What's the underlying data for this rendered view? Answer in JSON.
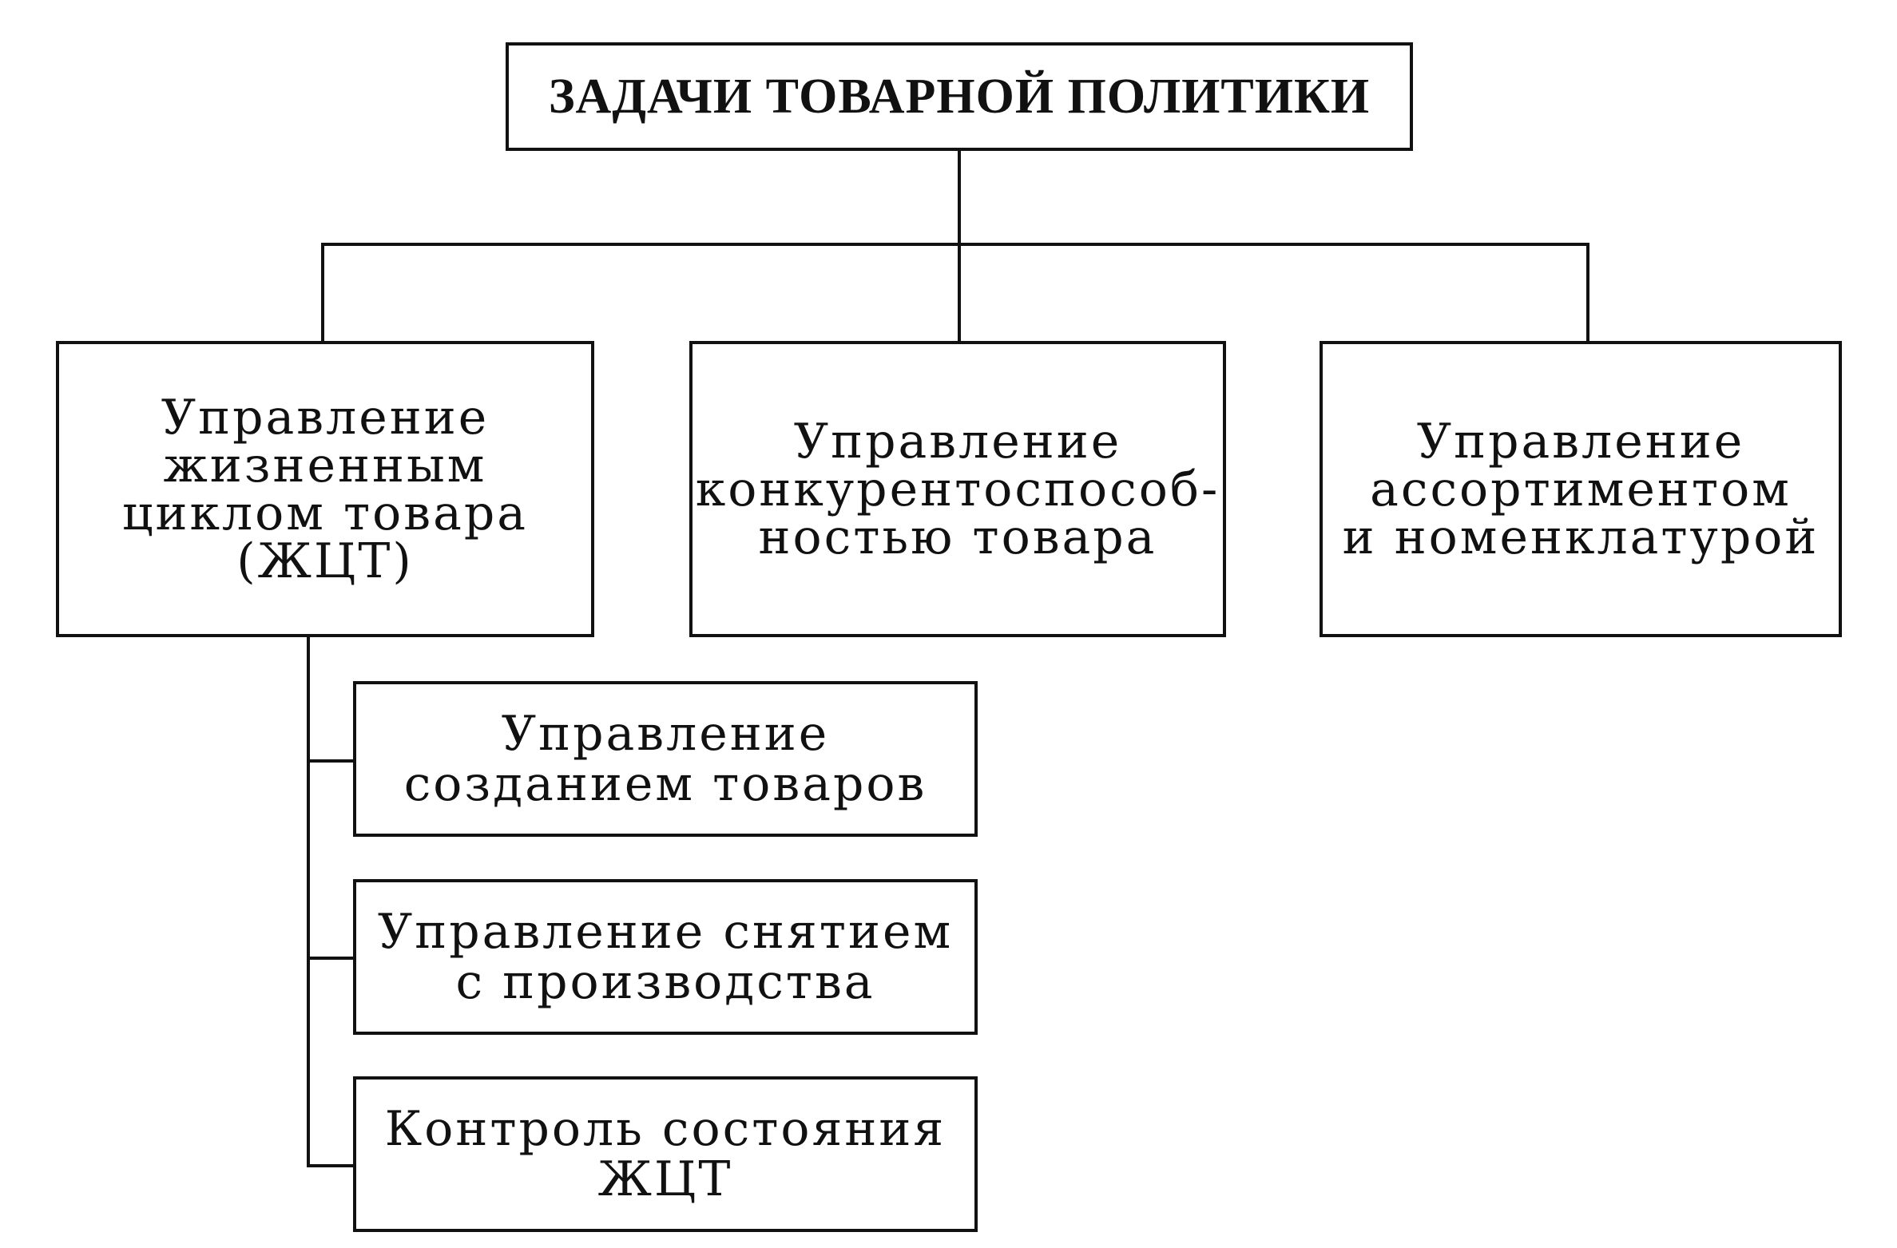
{
  "diagram": {
    "root": {
      "title": "ЗАДАЧИ ТОВАРНОЙ ПОЛИТИКИ"
    },
    "tasks": [
      {
        "id": "lifecycle",
        "lines": [
          "Управление",
          "жизненным",
          "циклом товара",
          "(ЖЦТ)"
        ]
      },
      {
        "id": "competitiveness",
        "lines": [
          "Управление",
          "конкурентоспособ-",
          "ностью товара"
        ]
      },
      {
        "id": "assortment",
        "lines": [
          "Управление",
          "ассортиментом",
          "и номенклатурой"
        ]
      }
    ],
    "lifecycle_subtasks": [
      {
        "id": "creation",
        "lines": [
          "Управление",
          "созданием товаров"
        ]
      },
      {
        "id": "withdrawal",
        "lines": [
          "Управление снятием",
          "с производства"
        ]
      },
      {
        "id": "control",
        "lines": [
          "Контроль состояния",
          "ЖЦТ"
        ]
      }
    ],
    "colors": {
      "stroke": "#111111",
      "background": "#ffffff"
    }
  }
}
